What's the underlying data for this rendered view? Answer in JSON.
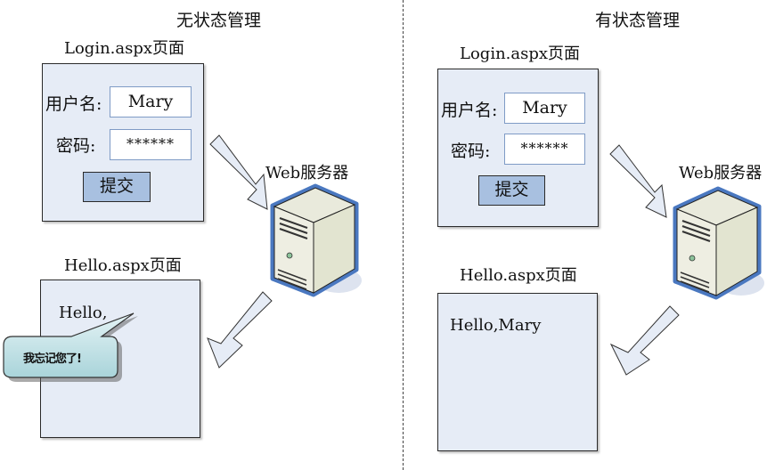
{
  "left": {
    "heading": "无状态管理",
    "login_page": {
      "title": "Login.aspx页面",
      "username_label": "用户名:",
      "username_value": "Mary",
      "password_label": "密码:",
      "password_value": "******",
      "submit_label": "提交"
    },
    "server_label": "Web服务器",
    "hello_page": {
      "title": "Hello.aspx页面",
      "greeting": "Hello,"
    },
    "callout": "我忘记您了!"
  },
  "right": {
    "heading": "有状态管理",
    "login_page": {
      "title": "Login.aspx页面",
      "username_label": "用户名:",
      "username_value": "Mary",
      "password_label": "密码:",
      "password_value": "******",
      "submit_label": "提交"
    },
    "server_label": "Web服务器",
    "hello_page": {
      "title": "Hello.aspx页面",
      "greeting": "Hello,Mary"
    }
  },
  "colors": {
    "page_fill": "#e6ecf6",
    "button_fill": "#a8c0e0",
    "input_border": "#7f9bc6",
    "server_outline": "#4a78c0",
    "arrow_fill": "#e6ecf6",
    "callout_fill": "#cfe8ec"
  }
}
